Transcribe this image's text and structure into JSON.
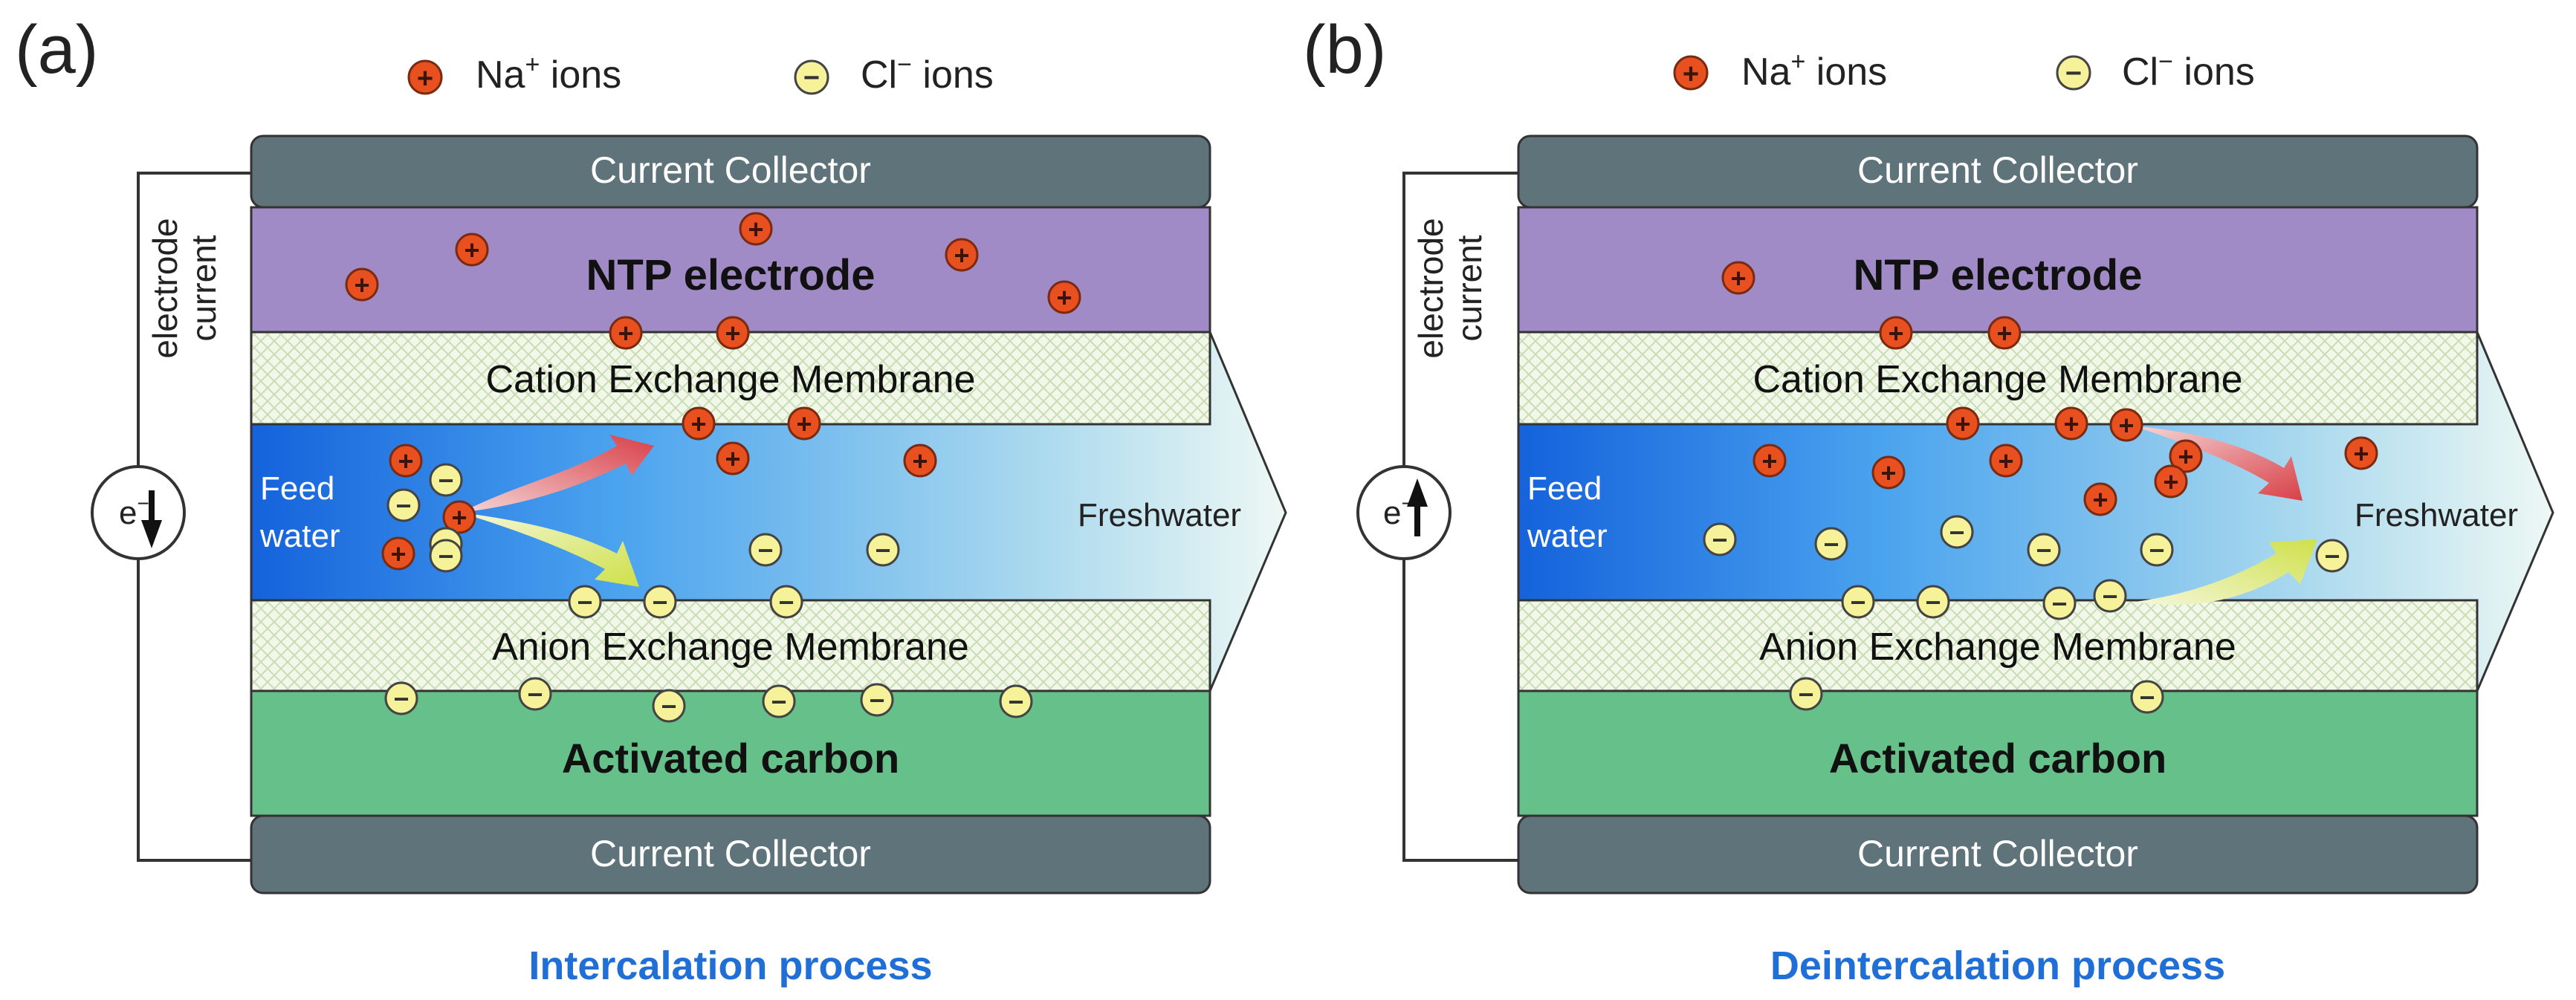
{
  "legend": {
    "na_label": "Na",
    "na_sup": "+",
    "na_suffix": " ions",
    "cl_label": "Cl",
    "cl_sup": "−",
    "cl_suffix": " ions",
    "plus_symbol": "+",
    "minus_symbol": "−"
  },
  "layers": {
    "current_collector": "Current Collector",
    "ntp_electrode": "NTP electrode",
    "cation_membrane": "Cation Exchange Membrane",
    "anion_membrane": "Anion Exchange Membrane",
    "activated_carbon": "Activated carbon",
    "feed_water_1": "Feed",
    "feed_water_2": "water",
    "freshwater": "Freshwater",
    "electrode_line1": "electrode",
    "electrode_line2": "current",
    "electron": "e",
    "electron_sup": "−"
  },
  "panels": [
    {
      "id": "a",
      "tag": "(a)",
      "caption": "Intercalation process",
      "electron_direction": "down"
    },
    {
      "id": "b",
      "tag": "(b)",
      "caption": "Deintercalation process",
      "electron_direction": "up"
    }
  ],
  "colors": {
    "collector": "#5f737a",
    "ntp": "#a08bc6",
    "membrane": "#eef5e3",
    "carbon": "#66c08a",
    "water_dark": "#1d6fe0",
    "water_light": "#cfe9f5",
    "na_ion": "#e8501f",
    "cl_ion": "#f6f29a",
    "caption": "#1f6fd6",
    "red_arrow": "#e0575b",
    "yellow_arrow": "#e3ee73"
  }
}
